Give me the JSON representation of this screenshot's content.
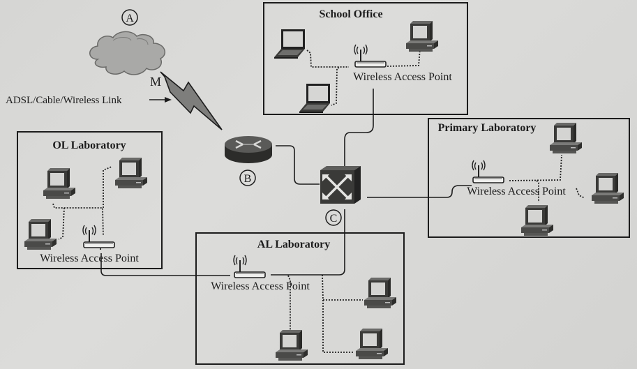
{
  "diagram": {
    "markers": {
      "internet": "A",
      "router": "B",
      "switch": "C"
    },
    "link_label": "ADSL/Cable/Wireless Link",
    "watermark": "M",
    "areas": {
      "school_office": {
        "title": "School Office",
        "ap_label": "Wireless Access Point",
        "devices": [
          "laptop",
          "laptop",
          "desktop"
        ]
      },
      "ol_lab": {
        "title": "OL Laboratory",
        "ap_label": "Wireless Access Point",
        "devices": [
          "desktop",
          "desktop",
          "desktop"
        ]
      },
      "primary_lab": {
        "title": "Primary Laboratory",
        "ap_label": "Wireless Access Point",
        "devices": [
          "desktop",
          "desktop",
          "desktop"
        ]
      },
      "al_lab": {
        "title": "AL Laboratory",
        "ap_label": "Wireless Access Point",
        "devices": [
          "desktop",
          "desktop",
          "desktop"
        ]
      }
    },
    "icons": {
      "cloud": "cloud-icon",
      "lightning": "lightning-icon",
      "router": "router-icon",
      "switch": "switch-icon",
      "access_point": "access-point-icon",
      "desktop": "desktop-computer-icon",
      "laptop": "laptop-icon"
    },
    "colors": {
      "background": "#d8d8d6",
      "ink": "#1c1c1c",
      "cloud_fill": "#a9a9a7",
      "device_dark": "#3a3a38",
      "screen": "#d4d4d2"
    }
  }
}
